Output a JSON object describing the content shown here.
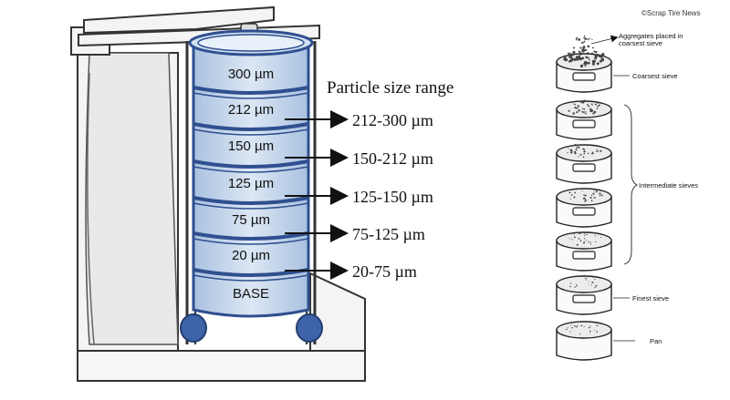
{
  "credit": "©Scrap Tire News",
  "shaker": {
    "sieves": [
      "300 µm",
      "212 µm",
      "150 µm",
      "125 µm",
      "75 µm",
      "20 µm",
      "BASE"
    ],
    "range_title": "Particle size range",
    "ranges": [
      "212-300 µm",
      "150-212 µm",
      "125-150 µm",
      "75-125 µm",
      "20-75 µm"
    ]
  },
  "stack": {
    "top_note_line1": "Aggregates placed in",
    "top_note_line2": "coarsest sieve",
    "coarsest": "Coarsest sieve",
    "intermediate": "Intermediate sieves",
    "finest": "Finest sieve",
    "pan": "Pan"
  },
  "colors": {
    "sieve_fill": "#c5d7ec",
    "sieve_stroke": "#2f4f8f",
    "foot": "#3f63a8",
    "frame": "#f4f4f4"
  }
}
